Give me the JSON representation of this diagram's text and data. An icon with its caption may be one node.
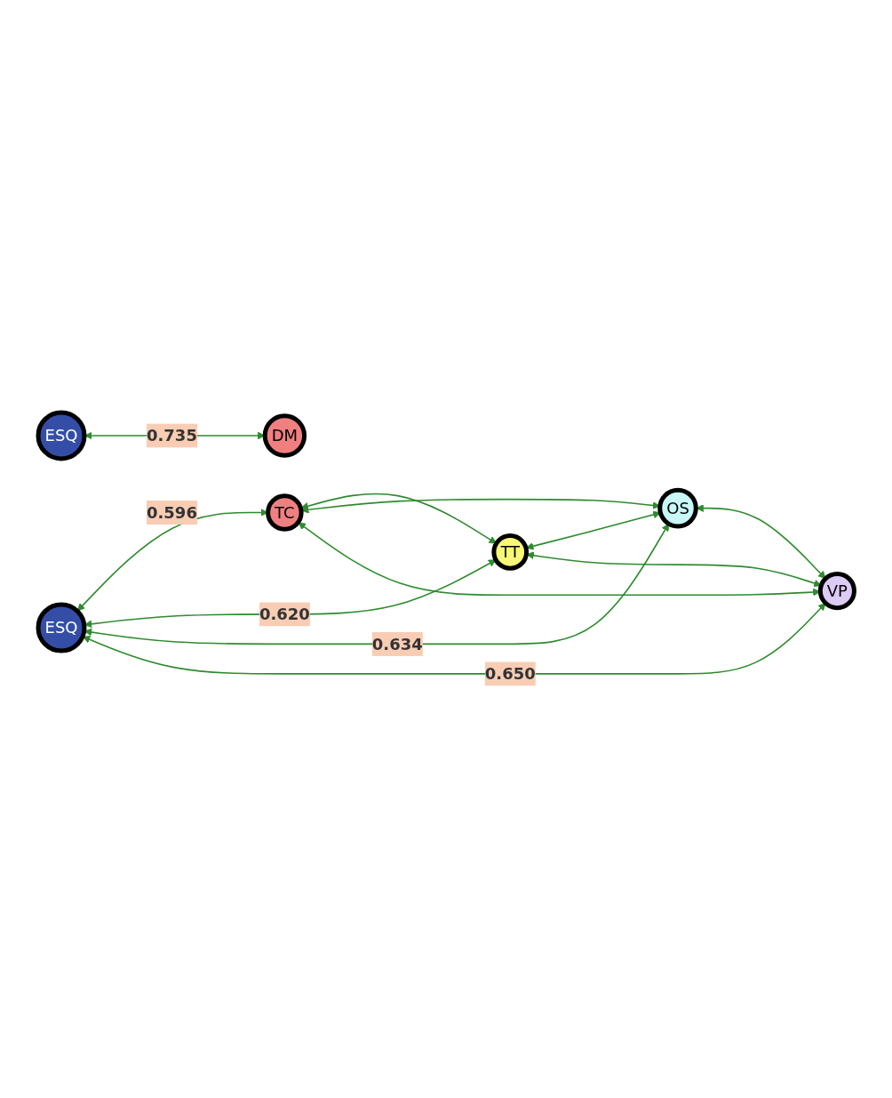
{
  "diagram": {
    "nodes": [
      {
        "text": [
          "ESQ"
        ]
      },
      {
        "text": [
          "TC"
        ]
      },
      {
        "text": [
          "TT"
        ]
      },
      {
        "text": [
          "OS"
        ]
      },
      {
        "text": [
          "VP"
        ]
      },
      {
        "text": [
          "ESQ"
        ]
      },
      {
        "text": [
          "DM"
        ]
      }
    ],
    "edges": [
      {
        "from": 0,
        "to": 1,
        "arrow": "both",
        "label": "0.596"
      },
      {
        "from": 0,
        "to": 2,
        "arrow": "both",
        "label": "0.620"
      },
      {
        "from": 0,
        "to": 3,
        "arrow": "both",
        "label": "0.634"
      },
      {
        "from": 0,
        "to": 4,
        "arrow": "both",
        "label": "0.650"
      },
      {
        "from": 1,
        "to": 2,
        "arrow": "both"
      },
      {
        "from": 1,
        "to": 3,
        "arrow": "both"
      },
      {
        "from": 1,
        "to": 4,
        "arrow": "both"
      },
      {
        "from": 2,
        "to": 3,
        "arrow": "both"
      },
      {
        "from": 2,
        "to": 4,
        "arrow": "both"
      },
      {
        "from": 3,
        "to": 4,
        "arrow": "both"
      },
      {
        "from": 5,
        "to": 6,
        "arrow": "both",
        "label": "0.735"
      }
    ]
  }
}
